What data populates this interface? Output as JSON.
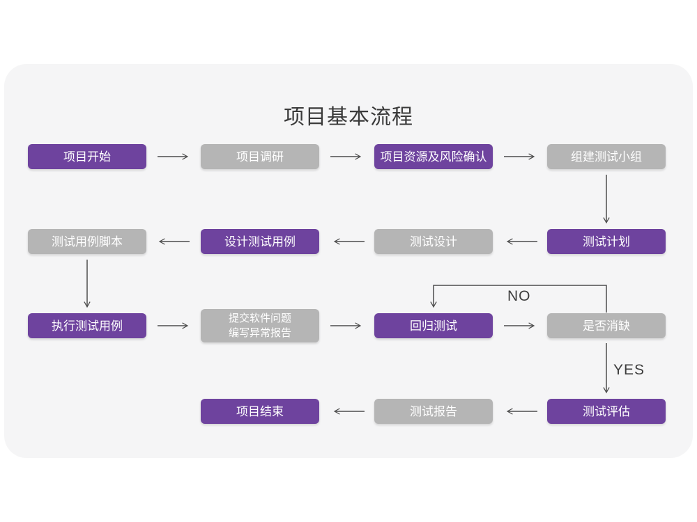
{
  "title": "项目基本流程",
  "edge_labels": {
    "no": "NO",
    "yes": "YES"
  },
  "colors": {
    "purple": "#6e439e",
    "gray": "#b5b5b5",
    "card_background": "#f5f5f6",
    "arrow": "#4d4d4d",
    "node_text": "#ffffff",
    "title_text": "#3a3a3a"
  },
  "nodes": [
    {
      "label": "项目开始",
      "variant": "purple"
    },
    {
      "label": "项目调研",
      "variant": "gray"
    },
    {
      "label": "项目资源及风险确认",
      "variant": "purple"
    },
    {
      "label": "组建测试小组",
      "variant": "gray"
    },
    {
      "label": "测试计划",
      "variant": "purple"
    },
    {
      "label": "测试设计",
      "variant": "gray"
    },
    {
      "label": "设计测试用例",
      "variant": "purple"
    },
    {
      "label": "测试用例脚本",
      "variant": "gray"
    },
    {
      "label": "执行测试用例",
      "variant": "purple"
    },
    {
      "label": "提交软件问题",
      "label2": "编写异常报告",
      "variant": "gray"
    },
    {
      "label": "回归测试",
      "variant": "purple"
    },
    {
      "label": "是否消缺",
      "variant": "gray"
    },
    {
      "label": "测试评估",
      "variant": "purple"
    },
    {
      "label": "测试报告",
      "variant": "gray"
    },
    {
      "label": "项目结束",
      "variant": "purple"
    }
  ]
}
